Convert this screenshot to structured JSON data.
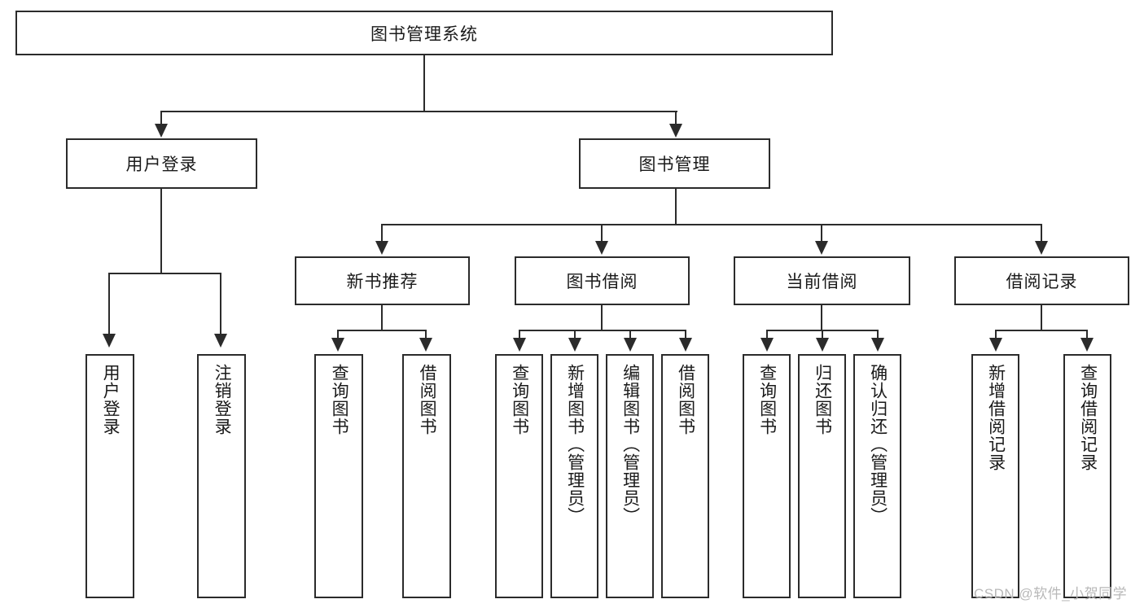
{
  "diagram": {
    "title_node": {
      "label": "图书管理系统"
    },
    "level2": [
      {
        "label": "用户登录"
      },
      {
        "label": "图书管理"
      }
    ],
    "level3": [
      {
        "label": "新书推荐"
      },
      {
        "label": "图书借阅"
      },
      {
        "label": "当前借阅"
      },
      {
        "label": "借阅记录"
      }
    ],
    "leaves": {
      "user_login": [
        {
          "label": "用户登录"
        },
        {
          "label": "注销登录"
        }
      ],
      "new_book_recommend": [
        {
          "label": "查询图书"
        },
        {
          "label": "借阅图书"
        }
      ],
      "book_borrow": [
        {
          "label": "查询图书"
        },
        {
          "label": "新增图书（管理员）"
        },
        {
          "label": "编辑图书（管理员）"
        },
        {
          "label": "借阅图书"
        }
      ],
      "current_borrow": [
        {
          "label": "查询图书"
        },
        {
          "label": "归还图书"
        },
        {
          "label": "确认归还（管理员）"
        }
      ],
      "borrow_record": [
        {
          "label": "新增借阅记录"
        },
        {
          "label": "查询借阅记录"
        }
      ]
    }
  },
  "watermark": {
    "text": "CSDN @软件_小贺同学"
  },
  "colors": {
    "line": "#2b2b2b",
    "box_fill": "#ffffff",
    "text": "#1a1a1a",
    "watermark": "#b8b8b8"
  }
}
